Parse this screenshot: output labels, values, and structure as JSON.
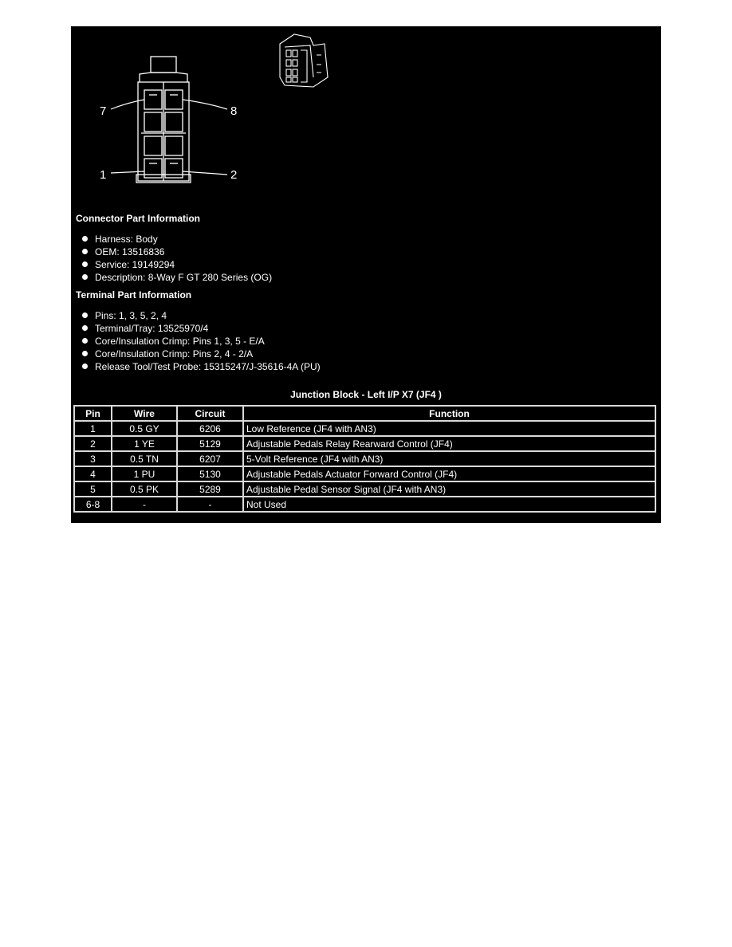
{
  "diagram": {
    "pin_labels": {
      "p7": "7",
      "p8": "8",
      "p1": "1",
      "p2": "2"
    }
  },
  "connector": {
    "title": "Connector Part Information",
    "items": [
      "Harness: Body",
      "OEM: 13516836",
      "Service: 19149294",
      "Description: 8-Way F GT 280 Series (OG)"
    ]
  },
  "terminal": {
    "title": "Terminal Part Information",
    "items": [
      "Pins: 1, 3, 5, 2, 4",
      "Terminal/Tray: 13525970/4",
      "Core/Insulation Crimp: Pins 1, 3, 5 - E/A",
      "Core/Insulation Crimp: Pins 2, 4 - 2/A",
      "Release Tool/Test Probe: 15315247/J-35616-4A (PU)"
    ]
  },
  "table": {
    "title": "Junction Block - Left I/P X7 (JF4 )",
    "headers": [
      "Pin",
      "Wire",
      "Circuit",
      "Function"
    ],
    "rows": [
      [
        "1",
        "0.5 GY",
        "6206",
        "Low Reference (JF4 with AN3)"
      ],
      [
        "2",
        "1 YE",
        "5129",
        "Adjustable Pedals Relay Rearward Control (JF4)"
      ],
      [
        "3",
        "0.5 TN",
        "6207",
        "5-Volt Reference (JF4 with AN3)"
      ],
      [
        "4",
        "1 PU",
        "5130",
        "Adjustable Pedals Actuator Forward Control (JF4)"
      ],
      [
        "5",
        "0.5 PK",
        "5289",
        "Adjustable Pedal Sensor Signal (JF4 with AN3)"
      ],
      [
        "6-8",
        "-",
        "-",
        "Not Used"
      ]
    ]
  }
}
